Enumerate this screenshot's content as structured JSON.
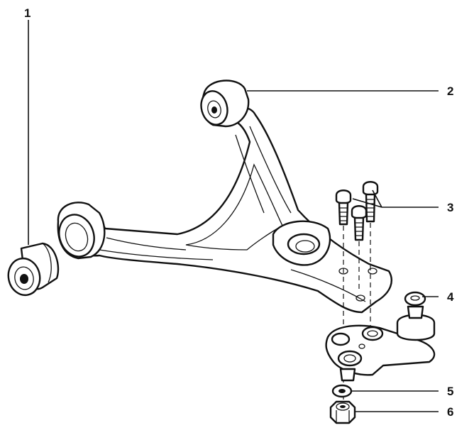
{
  "colors": {
    "ink": "#111111",
    "paper": "#ffffff"
  },
  "callouts": [
    {
      "id": "c1",
      "label": "1"
    },
    {
      "id": "c2",
      "label": "2"
    },
    {
      "id": "c3",
      "label": "3"
    },
    {
      "id": "c4",
      "label": "4"
    },
    {
      "id": "c5",
      "label": "5"
    },
    {
      "id": "c6",
      "label": "6"
    }
  ]
}
